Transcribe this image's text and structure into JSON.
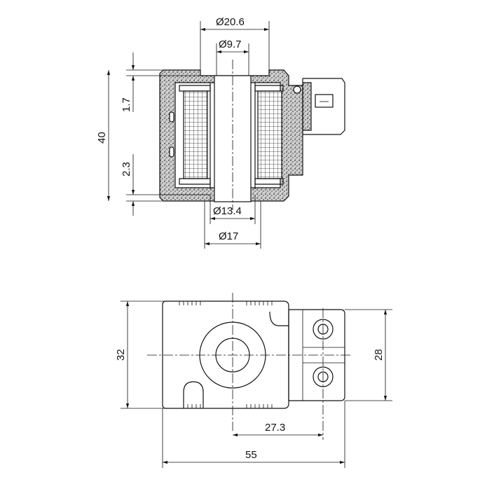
{
  "dimensions": {
    "d_outer": "Ø20.6",
    "d_inner": "Ø9.7",
    "h_total": "40",
    "h_top": "1.7",
    "h_bottom": "2.3",
    "d_13": "Ø13.4",
    "d_17": "Ø17",
    "w_32": "32",
    "w_28": "28",
    "l_27": "27.3",
    "l_55": "55"
  }
}
